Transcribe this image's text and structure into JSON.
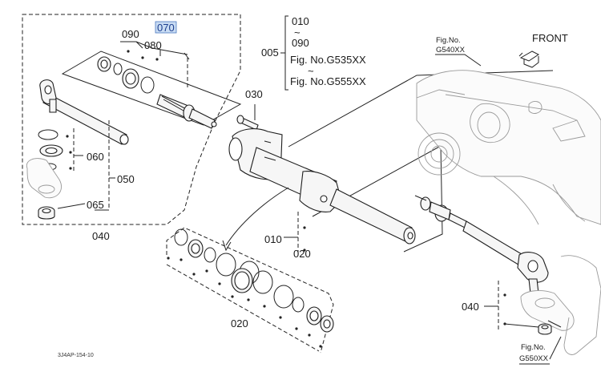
{
  "callouts": {
    "c070": "070",
    "c090_top": "090",
    "c080": "080",
    "c030": "030",
    "c060": "060",
    "c050": "050",
    "c065": "065",
    "c040_left": "040",
    "c010": "010",
    "c020_cyl": "020",
    "c020_seals": "020",
    "c040_right": "040"
  },
  "range_note": {
    "code_from": "010",
    "tilde_1": "~",
    "code_to": "090",
    "ref": "005",
    "fig_from": "Fig. No.G535XX",
    "tilde_2": "~",
    "fig_to": "Fig. No.G555XX"
  },
  "fig_ref_top": {
    "line1": "Fig.No.",
    "line2": "G540XX"
  },
  "fig_ref_bottom": {
    "line1": "Fig.No.",
    "line2": "G550XX"
  },
  "front_label": "FRONT",
  "drawing_id": "3J4AP-154-10",
  "colors": {
    "highlight": "#c9dcf3",
    "highlight_text": "#1d3f8f",
    "ink": "#1e1e1e"
  }
}
